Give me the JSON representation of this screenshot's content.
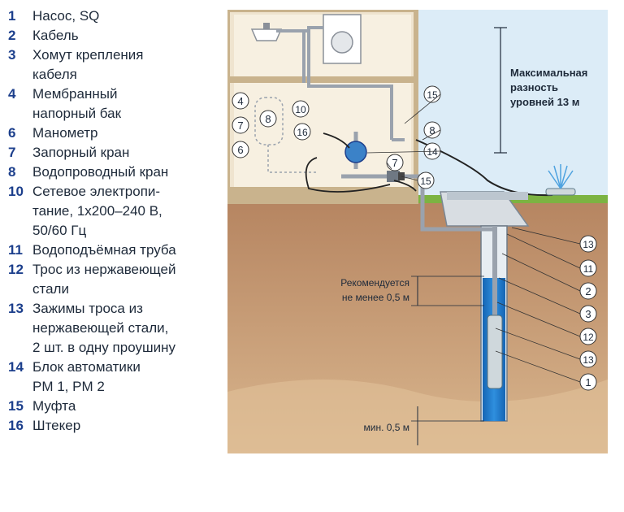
{
  "legend": [
    {
      "num": "1",
      "text": "Насос, SQ"
    },
    {
      "num": "2",
      "text": "Кабель"
    },
    {
      "num": "3",
      "text": "Хомут крепления\nкабеля"
    },
    {
      "num": "4",
      "text": "Мембранный\nнапорный бак"
    },
    {
      "num": "6",
      "text": "Манометр"
    },
    {
      "num": "7",
      "text": "Запорный кран"
    },
    {
      "num": "8",
      "text": "Водопроводный кран"
    },
    {
      "num": "10",
      "text": "Сетевое электропи-\nтание, 1x200–240 В,\n50/60 Гц"
    },
    {
      "num": "11",
      "text": "Водоподъёмная труба"
    },
    {
      "num": "12",
      "text": "Трос из нержавеющей\nстали"
    },
    {
      "num": "13",
      "text": "Зажимы троса из\nнержавеющей стали,\n2 шт. в одну проушину"
    },
    {
      "num": "14",
      "text": "Блок автоматики\nPM 1, PM 2"
    },
    {
      "num": "15",
      "text": "Муфта"
    },
    {
      "num": "16",
      "text": "Штекер"
    }
  ],
  "diagram": {
    "max_diff_line1": "Максимальная",
    "max_diff_line2": "разность",
    "max_diff_line3": "уровней 13 м",
    "recommend_line1": "Рекомендуется",
    "recommend_line2": "не менее 0,5 м",
    "min_label": "мин. 0,5 м",
    "callouts": {
      "c4": "4",
      "c8a": "8",
      "c7a": "7",
      "c6": "6",
      "c10": "10",
      "c16": "16",
      "c15a": "15",
      "c8b": "8",
      "c14": "14",
      "c7b": "7",
      "c15b": "15",
      "c13a": "13",
      "c11": "11",
      "c2": "2",
      "c3": "3",
      "c12": "12",
      "c13b": "13",
      "c1": "1"
    }
  },
  "colors": {
    "sky": "#d9ecf8",
    "wall": "#efe4cf",
    "soil": "#b98862",
    "grass": "#7cb342",
    "water": "#1f7ac8",
    "pump": "#4a8fd0",
    "accent": "#1c3f8c"
  }
}
